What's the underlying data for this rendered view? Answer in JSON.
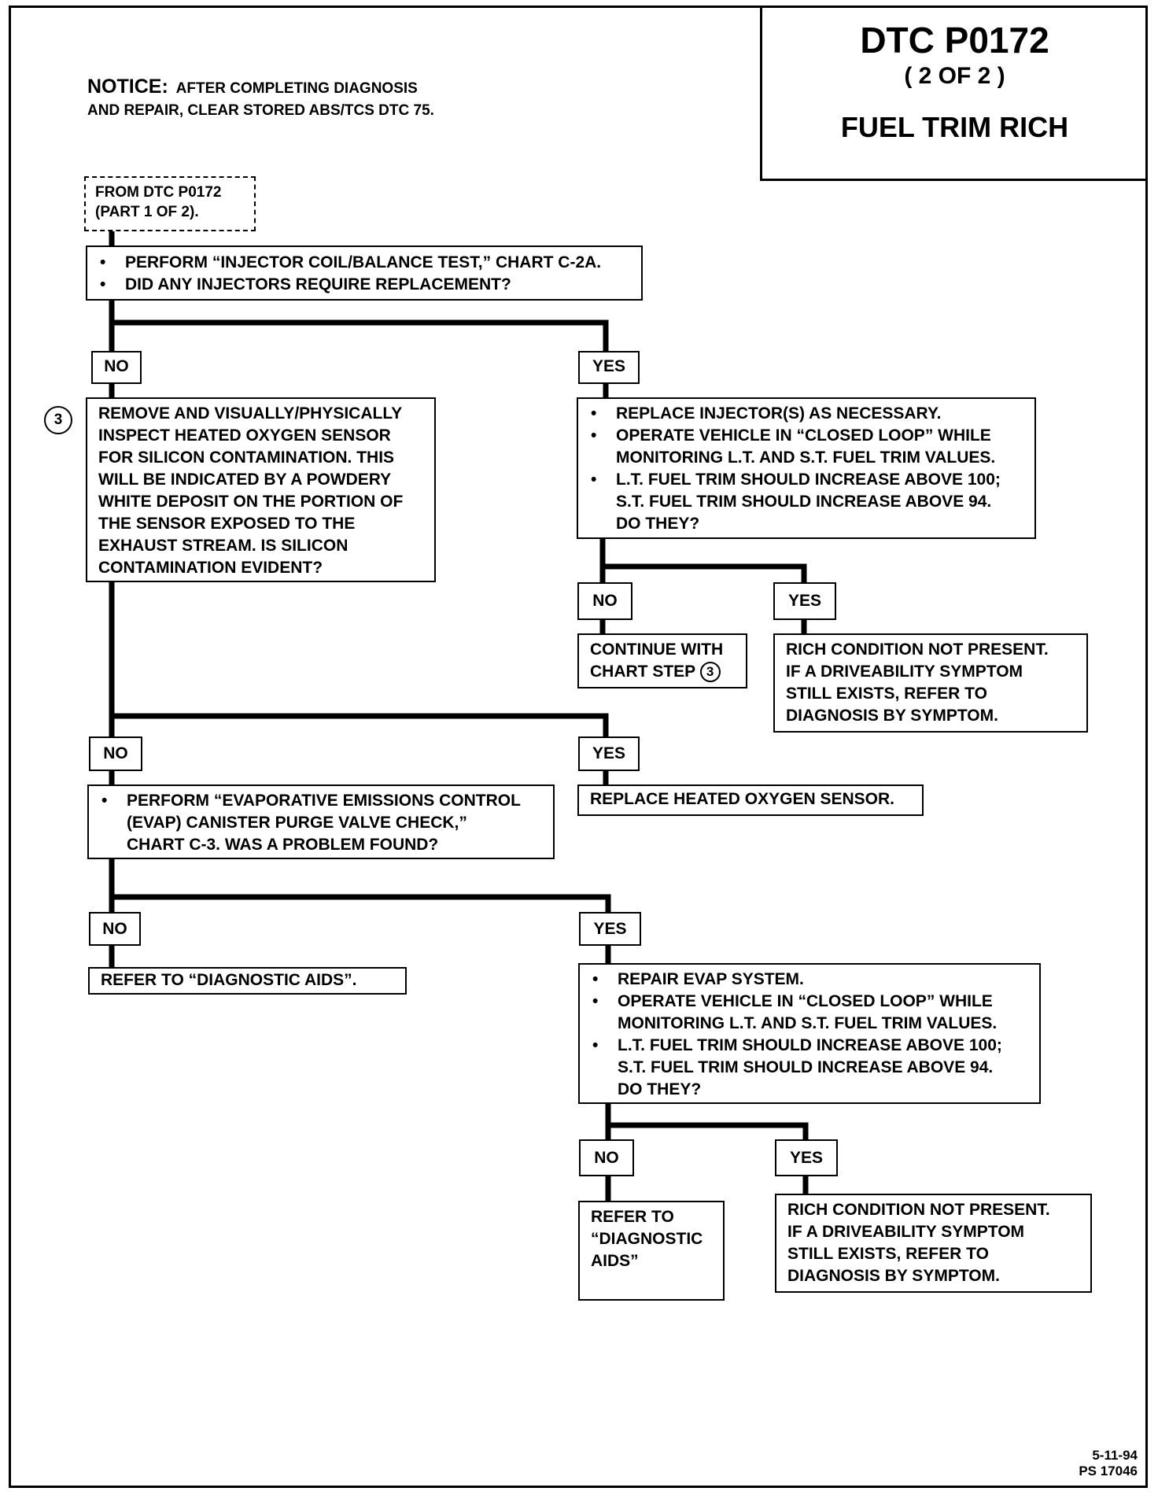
{
  "title": {
    "code": "DTC P0172",
    "part": "( 2 OF 2 )",
    "name": "FUEL TRIM RICH"
  },
  "notice": {
    "label": "NOTICE:",
    "line1": "AFTER COMPLETING DIAGNOSIS",
    "line2": "AND REPAIR, CLEAR STORED ABS/TCS DTC 75."
  },
  "start": {
    "line1": "FROM DTC P0172",
    "line2": "(PART 1 OF 2)."
  },
  "q1": {
    "line1": "PERFORM “INJECTOR COIL/BALANCE TEST,” CHART C-2A.",
    "line2": "DID ANY INJECTORS REQUIRE REPLACEMENT?"
  },
  "labels": {
    "no": "NO",
    "yes": "YES"
  },
  "step3": {
    "circle": "3",
    "lines": [
      "REMOVE AND VISUALLY/PHYSICALLY",
      "INSPECT HEATED OXYGEN SENSOR",
      "FOR SILICON CONTAMINATION.  THIS",
      "WILL BE INDICATED BY A POWDERY",
      "WHITE DEPOSIT ON THE PORTION OF",
      "THE SENSOR EXPOSED TO THE",
      "EXHAUST STREAM.  IS SILICON",
      "CONTAMINATION EVIDENT?"
    ]
  },
  "replace_injectors": {
    "b1": "REPLACE INJECTOR(S) AS NECESSARY.",
    "b2a": "OPERATE VEHICLE IN “CLOSED LOOP” WHILE",
    "b2b": "MONITORING L.T. AND S.T. FUEL TRIM VALUES.",
    "b3a": "L.T. FUEL TRIM SHOULD INCREASE ABOVE 100;",
    "b3b": "S.T. FUEL TRIM SHOULD INCREASE ABOVE 94.",
    "b3c": "DO THEY?"
  },
  "continue_step": {
    "line1": "CONTINUE WITH",
    "line2": "CHART STEP",
    "circle": "3"
  },
  "rich_not_present": {
    "line1": "RICH CONDITION NOT PRESENT.",
    "line2": "IF A DRIVEABILITY SYMPTOM",
    "line3": "STILL EXISTS, REFER TO",
    "line4": "DIAGNOSIS BY SYMPTOM."
  },
  "evap_check": {
    "line1": "PERFORM “EVAPORATIVE EMISSIONS CONTROL",
    "line2": "(EVAP) CANISTER PURGE VALVE CHECK,”",
    "line3": "CHART C-3. WAS A PROBLEM FOUND?"
  },
  "replace_sensor": "REPLACE HEATED OXYGEN SENSOR.",
  "refer_diag_aids": "REFER TO “DIAGNOSTIC AIDS”.",
  "repair_evap": {
    "b1": "REPAIR EVAP SYSTEM.",
    "b2a": "OPERATE VEHICLE IN “CLOSED LOOP” WHILE",
    "b2b": "MONITORING L.T. AND S.T. FUEL TRIM VALUES.",
    "b3a": "L.T. FUEL TRIM SHOULD INCREASE ABOVE 100;",
    "b3b": "S.T. FUEL TRIM SHOULD INCREASE ABOVE 94.",
    "b3c": "DO THEY?"
  },
  "refer_diag_aids2": {
    "line1": "REFER TO",
    "line2": "“DIAGNOSTIC",
    "line3": "AIDS”"
  },
  "rich_not_present2": {
    "line1": "RICH CONDITION NOT PRESENT.",
    "line2": "IF A DRIVEABILITY SYMPTOM",
    "line3": "STILL EXISTS, REFER TO",
    "line4": "DIAGNOSIS BY SYMPTOM."
  },
  "footer": {
    "date": "5-11-94",
    "code": "PS 17046"
  }
}
